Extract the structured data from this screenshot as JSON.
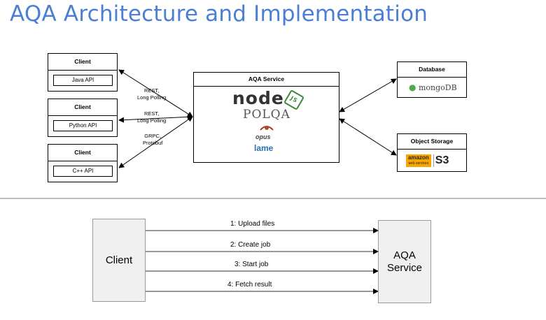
{
  "title": "AQA Architecture and Implementation",
  "clients": [
    {
      "header": "Client",
      "api": "Java API"
    },
    {
      "header": "Client",
      "api": "Python API"
    },
    {
      "header": "Client",
      "api": "C++ API"
    }
  ],
  "edge_labels": [
    {
      "line1": "REST,",
      "line2": "Long Polling"
    },
    {
      "line1": "REST,",
      "line2": "Long Polling"
    },
    {
      "line1": "GRPC,",
      "line2": "Protobuf"
    }
  ],
  "service": {
    "header": "AQA Service",
    "logos": {
      "node": "node",
      "node_js": "JS",
      "polqa": "POLQA",
      "opus": "opus",
      "lame": "lame"
    }
  },
  "database": {
    "header": "Database",
    "logo_text": "mongoDB"
  },
  "object_storage": {
    "header": "Object Storage",
    "logo_amazon": "amazon",
    "logo_webservices": "web services",
    "logo_s3": "S3"
  },
  "sequence": {
    "client_label": "Client",
    "service_label": "AQA Service",
    "steps": [
      "1: Upload files",
      "2: Create job",
      "3: Start job",
      "4: Fetch result"
    ]
  },
  "colors": {
    "title": "#4a7fd4",
    "node_green": "#3c873a",
    "mongo_green": "#4fa94d",
    "amazon_orange": "#f7a600",
    "lame_blue": "#2a6fb3"
  }
}
